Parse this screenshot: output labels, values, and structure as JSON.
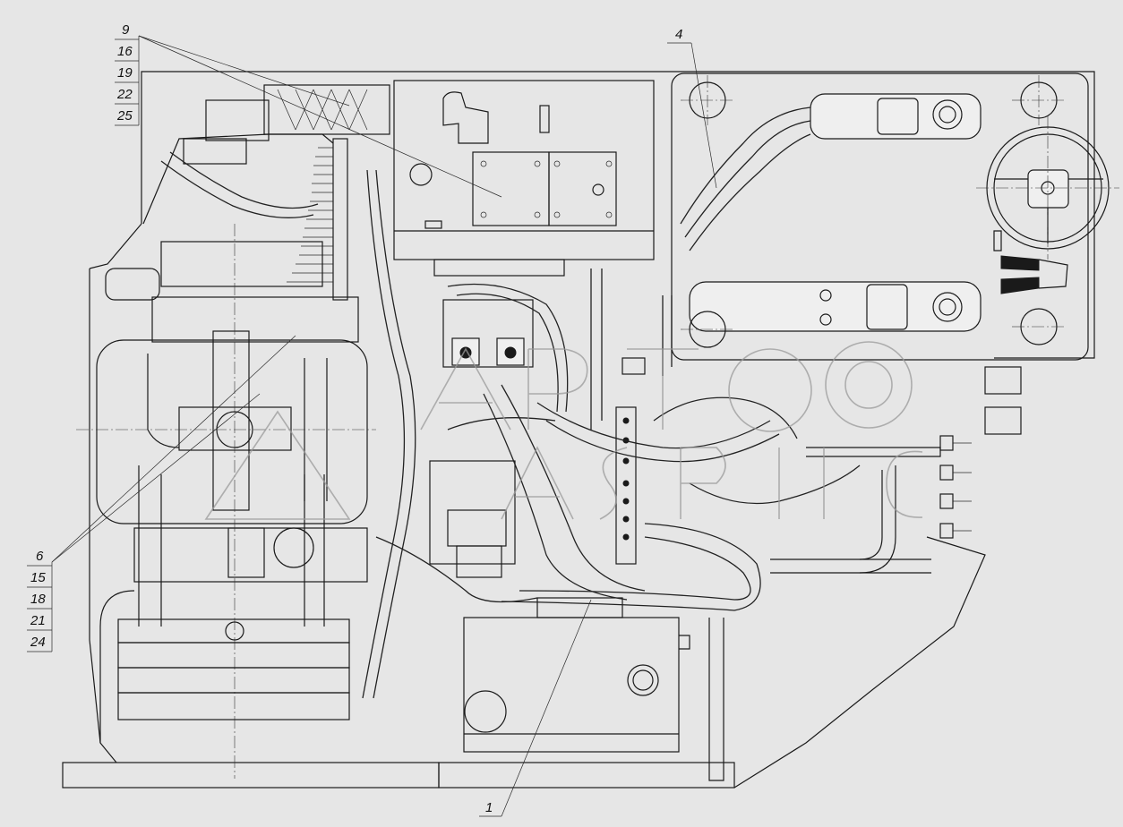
{
  "callouts": {
    "top_left_stack": [
      "9",
      "16",
      "19",
      "22",
      "25"
    ],
    "bottom_left_stack": [
      "6",
      "15",
      "18",
      "21",
      "24"
    ],
    "top_right": "4",
    "bottom_center": "1"
  },
  "colors": {
    "background": "#e6e6e6",
    "line": "#1a1a1a",
    "watermark": "#9a9a9a"
  }
}
